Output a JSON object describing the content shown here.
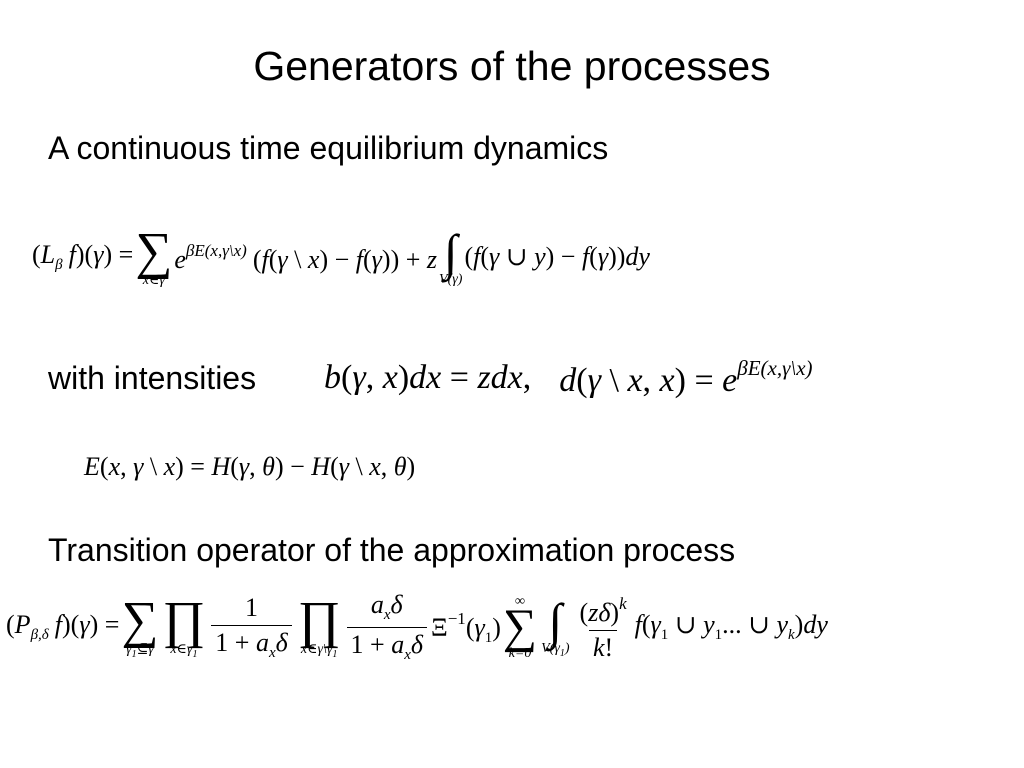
{
  "slide": {
    "title": "Generators of the processes",
    "section1": "A continuous time equilibrium dynamics",
    "with_intensities_label": "with intensities",
    "section2": "Transition operator of the approximation process"
  },
  "equations": {
    "generator": "(L_β f)(γ) = Σ_{x∈γ} e^{βE(x,γ\\x)} (f(γ \\ x) − f(γ)) + z ∫_{V(γ)} (f(γ ∪ y) − f(γ))dy",
    "intensities": "b(γ, x)dx = zdx,   d(γ \\ x, x) = e^{βE(x,γ\\x)}",
    "energy": "E(x, γ \\ x) = H(γ, θ) − H(γ \\ x, θ)",
    "transition": "(P_{β,δ} f)(γ) = Σ_{γ1⊆γ} Π_{x∈γ1} 1/(1 + a_x δ) Π_{x∈γ\\γ1} a_x δ/(1 + a_x δ) Ξ^{−1}(γ1) Σ_{k=0}^{∞} ∫_{V(γ1)} (zδ)^k/k! f(γ1 ∪ y1 ... ∪ yk)dy"
  }
}
